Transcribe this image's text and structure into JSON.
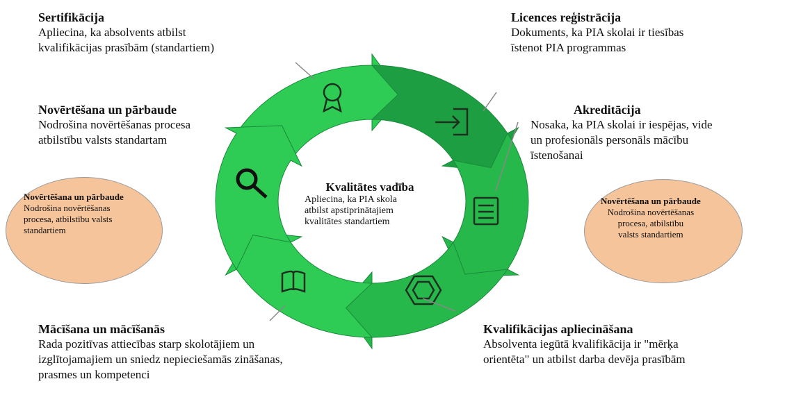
{
  "center": {
    "title": "Kvalitātes vadība",
    "desc": "Apliecina, ka PIA skola\natbilst apstiprinātajiem\nkvalitātes standartiem"
  },
  "blocks": {
    "certification": {
      "title": "Sertifikācija",
      "desc": "Apliecina, ka absolvents atbilst\nkvalifikācijas prasībām (standartiem)"
    },
    "license": {
      "title": "Licences reģistrācija",
      "desc": "Dokuments, ka PIA skolai ir tiesības\nīstenot PIA programmas"
    },
    "assessment": {
      "title": "Novērtēšana un pārbaude",
      "desc": "Nodrošina novērtēšanas procesa\natbilstību valsts standartam"
    },
    "accreditation": {
      "title": "Akreditācija",
      "desc": "Nosaka, ka PIA skolai ir iespējas, vide\nun profesionāls personāls mācību\nīstenošanai"
    },
    "teaching": {
      "title": "Mācīšana un mācīšanās",
      "desc": "Rada pozitīvas attiecības starp skolotājiem un\nizglītojamajiem un sniedz nepieciešamās zināšanas,\nprasmes un kompetenci"
    },
    "qualification": {
      "title": "Kvalifikācijas apliecināšana",
      "desc": "Absolventa iegūtā kvalifikācija ir \"mērķa\norientēta\" un atbilst darba devēja prasībām"
    }
  },
  "ovals": {
    "left": {
      "title": "Novērtēšana un pārbaude",
      "desc": "Nodrošina novērtēšanas\nprocesa, atbilstību valsts\nstandartiem"
    },
    "right": {
      "title": "Novērtēšana un pārbaude",
      "desc": "Nodrošina novērtēšanas\nprocesa, atbilstību\nvalsts standartiem"
    }
  },
  "icons": [
    "award-ribbon-icon",
    "sign-in-icon",
    "checklist-icon",
    "hexagon-icon",
    "open-book-icon",
    "magnifier-icon"
  ],
  "colors": {
    "ring_light": "#2ecc55",
    "ring_mid": "#27b84c",
    "ring_dark": "#1e9e42",
    "oval_fill": "#f6c49a",
    "icon_stroke": "#1f2f1f"
  }
}
